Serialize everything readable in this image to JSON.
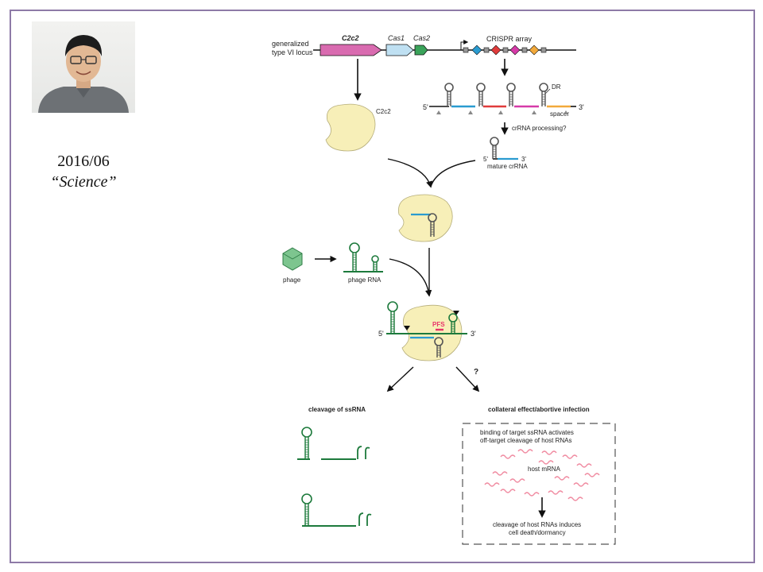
{
  "slide": {
    "date": "2016/06",
    "journal": "“Science”"
  },
  "diagram": {
    "locus_label_1": "generalized",
    "locus_label_2": "type VI locus",
    "gene_c2c2": "C2c2",
    "gene_cas1": "Cas1",
    "gene_cas2": "Cas2",
    "crispr_array": "CRISPR array",
    "protein_label": "C2c2",
    "dr_label": "DR",
    "spacer_label": "spacer",
    "five_prime": "5'",
    "three_prime": "3'",
    "crrna_processing": "crRNA processing?",
    "mature_crrna": "mature crRNA",
    "phage": "phage",
    "phage_rna": "phage RNA",
    "pfs": "PFS",
    "question": "?",
    "cleavage_title": "cleavage of ssRNA",
    "collateral_title": "collateral effect/abortive infection",
    "binding_line1": "binding of target ssRNA activates",
    "binding_line2": "off-target cleavage of host RNAs",
    "host_mrna": "host mRNA",
    "death_line1": "cleavage of host RNAs induces",
    "death_line2": "cell death/dormancy"
  },
  "colors": {
    "frame": "#8e7aa7",
    "c2c2_gene": "#d96bb0",
    "cas1_gene": "#bfe0f2",
    "cas2_gene": "#3aa35a",
    "protein": "#f7efb8",
    "rna_green": "#1d7a3c",
    "crrna_blue": "#2a9bd0",
    "pfs": "#e8336a",
    "host_mrna": "#f08aa0"
  }
}
